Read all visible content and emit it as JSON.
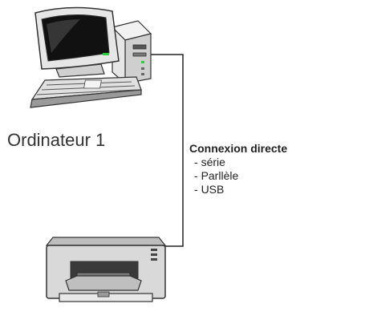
{
  "computer": {
    "label": "Ordinateur 1"
  },
  "connection": {
    "title": "Connexion directe",
    "types": [
      "série",
      "Parllèle",
      "USB"
    ],
    "bullet": "-"
  },
  "colors": {
    "line": "#222222",
    "device_body": "#d9d9d9",
    "device_dark": "#333333",
    "screen": "#111111",
    "led": "#2ecc40"
  },
  "icons": {
    "computer": "desktop-computer-icon",
    "printer": "printer-icon"
  }
}
